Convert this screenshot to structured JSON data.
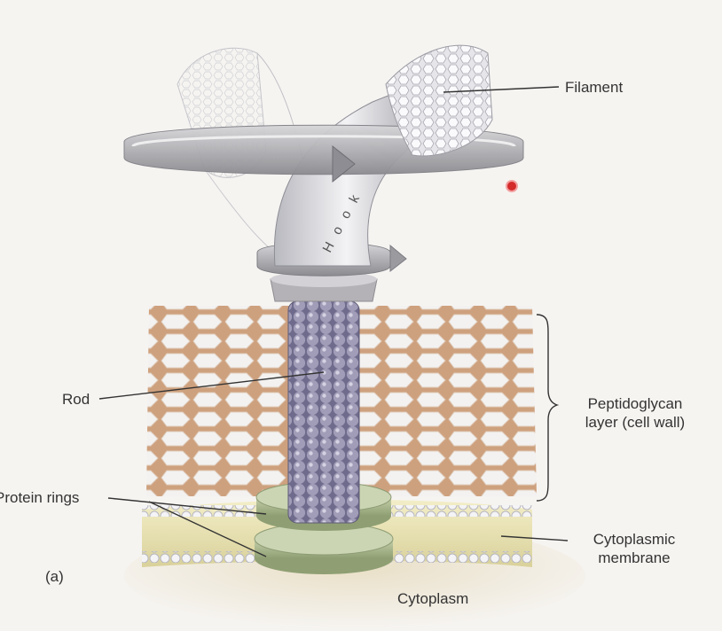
{
  "labels": {
    "filament": "Filament",
    "hook": "Hook",
    "rod": "Rod",
    "peptidoglycan_line1": "Peptidoglycan",
    "peptidoglycan_line2": "layer (cell wall)",
    "protein_rings": "Protein rings",
    "cytoplasmic_line1": "Cytoplasmic",
    "cytoplasmic_line2": "membrane",
    "cytoplasm": "Cytoplasm",
    "panel": "(a)"
  },
  "colors": {
    "background": "#f6f4f1",
    "filament_shaft": "#c9c9cf",
    "rotation_arrow": "#9a9a9a",
    "rod_beads": "#8c88a6",
    "peptidoglycan": "#c2956c",
    "protein_rings": "#a9b98e",
    "membrane": "#e8e2b4",
    "pointer_dot": "#d42a2a"
  }
}
